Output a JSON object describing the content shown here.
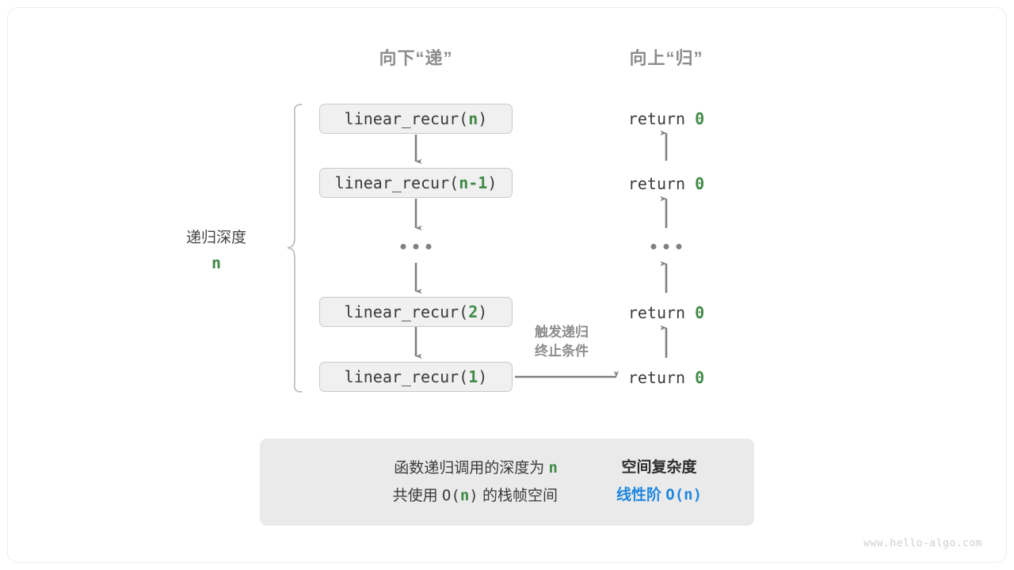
{
  "headers": {
    "down": "向下“递”",
    "up": "向上“归”"
  },
  "depth": {
    "title": "递归深度",
    "value": "n"
  },
  "calls": [
    {
      "prefix": "linear_recur(",
      "arg": "n",
      "suffix": ")"
    },
    {
      "prefix": "linear_recur(",
      "arg": "n-1",
      "suffix": ")"
    },
    {
      "prefix": "linear_recur(",
      "arg": "2",
      "suffix": ")"
    },
    {
      "prefix": "linear_recur(",
      "arg": "1",
      "suffix": ")"
    }
  ],
  "returns": [
    {
      "keyword": "return",
      "value": "0"
    },
    {
      "keyword": "return",
      "value": "0"
    },
    {
      "keyword": "return",
      "value": "0"
    },
    {
      "keyword": "return",
      "value": "0"
    }
  ],
  "ellipsis": "•••",
  "trigger_note": {
    "line1": "触发递归",
    "line2": "终止条件"
  },
  "summary": {
    "left_line1_a": "函数递归调用的深度为 ",
    "left_line1_n": "n",
    "left_line2_a": "共使用 ",
    "left_line2_o": "O(",
    "left_line2_n": "n",
    "left_line2_b": ")",
    "left_line2_c": " 的栈帧空间",
    "right_title": "空间复杂度",
    "right_value_text": "线性阶 ",
    "right_value_mono": "O(n)"
  },
  "watermark": "www.hello-algo.com",
  "colors": {
    "green": "#3f8a46",
    "blue": "#1f87e0",
    "gray_text": "#8c8c8c",
    "box_fill": "#f0f0f0",
    "box_border": "#c9c9c9",
    "panel_fill": "#eaeaea",
    "arrow": "#808080"
  }
}
